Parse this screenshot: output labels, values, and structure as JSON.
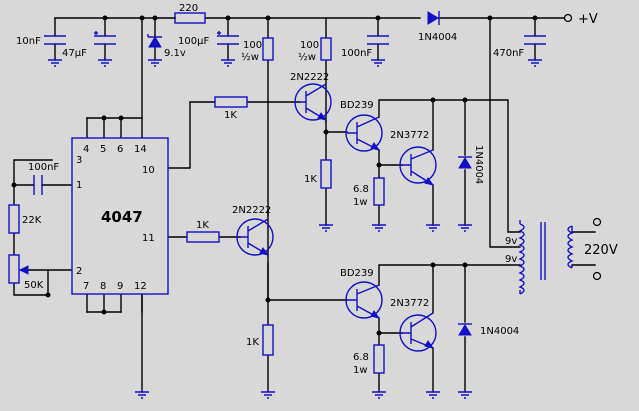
{
  "supply": {
    "label": "+V"
  },
  "ic": {
    "name": "4047",
    "pins_left": [
      "3",
      "1",
      "2"
    ],
    "pins_right": [
      "10",
      "11"
    ],
    "pins_top": [
      "4",
      "5",
      "6",
      "14"
    ],
    "pins_bottom": [
      "7",
      "8",
      "9",
      "12"
    ]
  },
  "top_rail": {
    "c1": "10nF",
    "c2": "47µF",
    "zener": "9.1v",
    "r_series": "220",
    "c3": "100µF",
    "r_drop1_val": "100",
    "r_drop1_pw": "½w",
    "r_drop2_val": "100",
    "r_drop2_pw": "½w",
    "c4": "100nF",
    "diode": "1N4004",
    "c5": "470nF"
  },
  "timing": {
    "cap": "100nF",
    "r1": "22K",
    "pot": "50K"
  },
  "upper_channel": {
    "r_base": "1K",
    "driver": "2N2222",
    "r_emitter": "1K",
    "pre": "BD239",
    "power": "2N3772",
    "r_emit": "6.8",
    "r_emit_pw": "1w",
    "diode": "1N4004"
  },
  "lower_channel": {
    "r_base": "1K",
    "driver": "2N2222",
    "r_emitter": "1K",
    "pre": "BD239",
    "power": "2N3772",
    "r_emit": "6.8",
    "r_emit_pw": "1w",
    "diode": "1N4004"
  },
  "transformer": {
    "sec_top": "9v",
    "sec_bot": "9v",
    "primary": "220V"
  }
}
